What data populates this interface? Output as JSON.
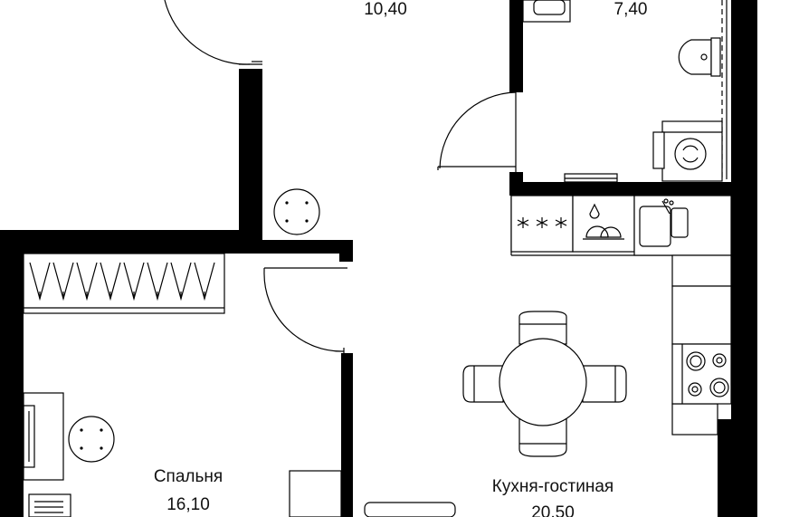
{
  "rooms": {
    "top_left_area": "10,40",
    "bathroom_area": "7,40",
    "bedroom_name": "Спальня",
    "bedroom_area": "16,10",
    "living_name": "Кухня-гостиная",
    "living_area": "20,50"
  },
  "colors": {
    "wall": "#000000",
    "line": "#000000",
    "background": "#ffffff"
  },
  "icons": {
    "fridge": "snowflake-stars-icon",
    "dishwasher": "dishes-drop-icon",
    "sink": "sink-faucet-icon",
    "stove": "four-burner-stove-icon",
    "washer": "washing-machine-icon",
    "toilet": "toilet-icon",
    "wardrobe": "hangers-icon",
    "dining": "table-four-chairs-icon"
  }
}
